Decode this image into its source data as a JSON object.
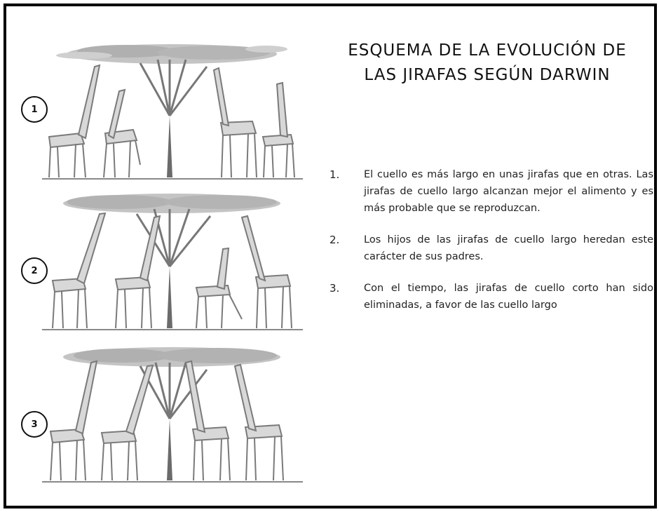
{
  "title": {
    "line1": "ESQUEMA DE LA EVOLUCIÓN DE",
    "line2": "LAS JIRAFAS SEGÚN DARWIN"
  },
  "panels": [
    {
      "label": "1"
    },
    {
      "label": "2"
    },
    {
      "label": "3"
    }
  ],
  "steps": [
    {
      "number": "1.",
      "text": "El cuello es más largo en unas jirafas que en otras.  Las jirafas de cuello largo alcanzan mejor el alimento y es más probable que se reproduzcan."
    },
    {
      "number": "2.",
      "text": "Los hijos de las jirafas de cuello largo heredan este carácter de sus padres."
    },
    {
      "number": "3.",
      "text": "Con el tiempo, las jirafas de cuello corto han sido eliminadas, a favor de las cuello largo"
    }
  ],
  "colors": {
    "ink": "#111111",
    "sketch": "#8a8a8a",
    "foliage": "#b9b9b9"
  }
}
